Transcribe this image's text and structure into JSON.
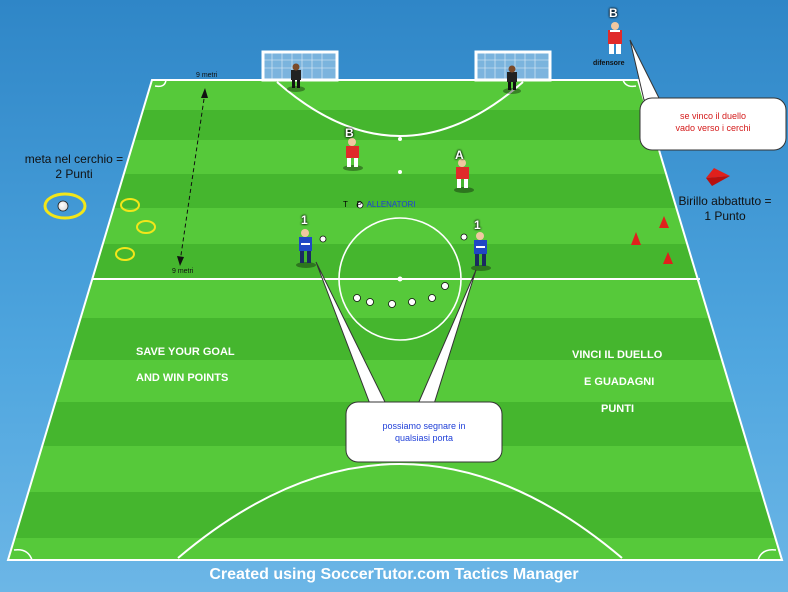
{
  "app": {
    "footer_credit": "Created using SoccerTutor.com Tactics Manager"
  },
  "notes": {
    "left_circle_rule": "meta nel cerchio =\n2 Punti",
    "right_cone_rule": "Birillo abbattuto =\n1 Punto"
  },
  "pitch_text": {
    "left_line1": "SAVE YOUR GOAL",
    "left_line2": "AND WIN POINTS",
    "right_line1": "VINCI IL DUELLO",
    "right_line2": "E GUADAGNI",
    "right_line3": "PUNTI",
    "logo_prefix": "T",
    "logo_mid": "P",
    "logo_suffix": "ALLENATORI"
  },
  "distances": {
    "top": "9 metri",
    "bottom": "9 metri"
  },
  "bubbles": {
    "defender": "se vinco il duello\nvado verso i cerchi",
    "center": "possiamo segnare in\nqualsiasi porta"
  },
  "players": {
    "defender_label": "B",
    "defender_caption": "difensore",
    "red_b": "B",
    "red_a": "A",
    "blue_left": "1",
    "blue_right": "1"
  },
  "colors": {
    "grass_light": "#56c93a",
    "grass_dark": "#3fae28",
    "red_team": "#e02a2a",
    "blue_team": "#1f47c4",
    "circle_yellow": "#f2e61a",
    "cone": "#e0201c"
  }
}
